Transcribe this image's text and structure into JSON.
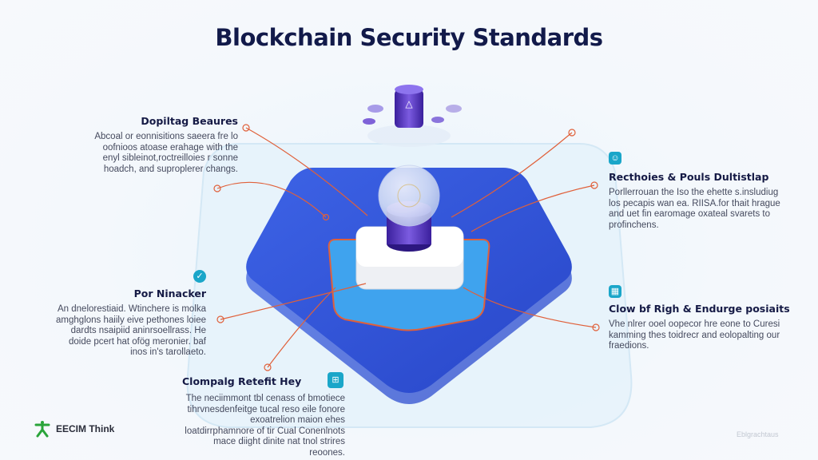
{
  "title": "Blockchain Security Standards",
  "blocks": [
    {
      "heading": "Dopiltag Beaures",
      "body": "Abcoal or eonnisitions saeera fre lo oofnioos atoase erahage with the enyl sibleinot,roctreilloies r sonne hoadch, and suproplerer changs."
    },
    {
      "heading": "Recthoies & Pouls Dultistlap",
      "body": "Porllerrouan the Iso the ehette s.insludiug los pecapis wan ea. RIISA.for thait hrague and uet fin earomage oxateal svarets to profinchens."
    },
    {
      "heading": "Por Ninacker",
      "body": "An dnelorestiaid. Wtinchere is molka amghglons haiily eive pethones loiee dardts nsaipiid aninrsoellrass. He doide pcert hat ofög meronier. baf inos in's tarollaeto."
    },
    {
      "heading": "Clow bf Righ & Endurge posiaits",
      "body": "Vhe nlrer ooel oopecor hre eone to Curesi kamming thes toidrecr and eolopalting our fraedions."
    },
    {
      "heading": "Clompalg Retefit Hey",
      "body": "The neciimmont tbl cenass of bmotiece tihrvnesdenfeitge tucal reso eile fonore exoatrelion maion ehes loatdirrphamnore of tir Cual Conenlnots mace diight dinite nat tnol strires reoones."
    }
  ],
  "logo": {
    "text": "EECIM Think"
  },
  "footer": "Eblgrachtaus",
  "colors": {
    "accent": "#2f55d4",
    "connector": "#e0603a",
    "icon": "#1aa6c9",
    "logo": "#2aa43a"
  }
}
